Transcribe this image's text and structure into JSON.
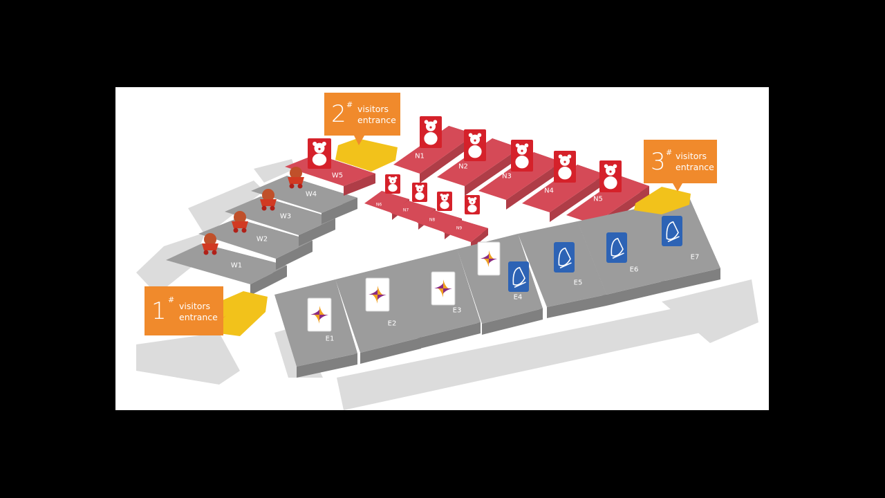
{
  "colors": {
    "background": "#000000",
    "panel": "#ffffff",
    "road": "#dcdcdc",
    "hall_grey": "#9c9c9c",
    "hall_red": "#d54a57",
    "entrance_yellow": "#f2c21b",
    "callout_orange": "#f08a2c",
    "toy_icon_red": "#d5212a",
    "spinner_icon": "#8a2a82",
    "stationery_icon_blue": "#2d63b5"
  },
  "entrances": [
    {
      "number": "1",
      "mark": "#",
      "line1": "visitors",
      "line2": "entrance"
    },
    {
      "number": "2",
      "mark": "#",
      "line1": "visitors",
      "line2": "entrance"
    },
    {
      "number": "3",
      "mark": "#",
      "line1": "visitors",
      "line2": "entrance"
    }
  ],
  "halls": {
    "west": [
      "W1",
      "W2",
      "W3",
      "W4",
      "W5"
    ],
    "north": [
      "N1",
      "N2",
      "N3",
      "N4",
      "N5"
    ],
    "north_small": [
      "N6",
      "N7",
      "N8",
      "N9"
    ],
    "east": [
      "E1",
      "E2",
      "E3",
      "E4",
      "E5",
      "E6",
      "E7"
    ]
  },
  "icons": {
    "teddy": "teddy-bear-icon",
    "wagon": "toy-wagon-icon",
    "pinwheel": "pinwheel-icon",
    "stationery": "stationery-icon"
  }
}
